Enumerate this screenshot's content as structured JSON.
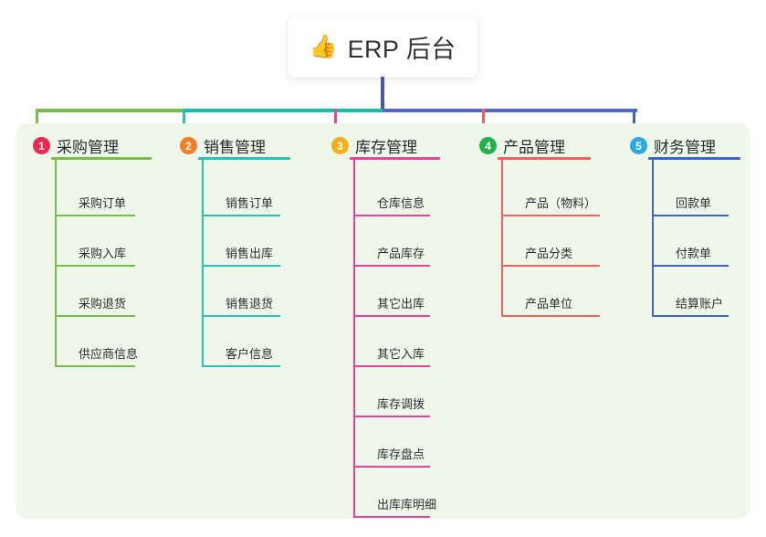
{
  "root": {
    "icon": "thumbs-up-icon",
    "emoji": "👍",
    "title": "ERP 后台"
  },
  "palette": {
    "panel_bg": "#eef7e9",
    "page_bg": "#ffffff",
    "stem": "#4457b8",
    "bar_left": "#78bf4a",
    "bar_mid": "#12c0ac",
    "bar_right": "#5465cf"
  },
  "columns": [
    {
      "index": "1",
      "title": "采购管理",
      "badge_color": "#ea2a50",
      "line_color": "#78bf4a",
      "items": [
        "采购订单",
        "采购入库",
        "采购退货",
        "供应商信息"
      ]
    },
    {
      "index": "2",
      "title": "销售管理",
      "badge_color": "#f07f2a",
      "line_color": "#28c3b4",
      "items": [
        "销售订单",
        "销售出库",
        "销售退货",
        "客户信息"
      ]
    },
    {
      "index": "3",
      "title": "库存管理",
      "badge_color": "#f5b019",
      "line_color": "#e8459a",
      "items": [
        "仓库信息",
        "产品库存",
        "其它出库",
        "其它入库",
        "库存调拨",
        "库存盘点",
        "出库库明细"
      ]
    },
    {
      "index": "4",
      "title": "产品管理",
      "badge_color": "#22b14c",
      "line_color": "#f0625f",
      "items": [
        "产品（物料）",
        "产品分类",
        "产品单位"
      ]
    },
    {
      "index": "5",
      "title": "财务管理",
      "badge_color": "#29abe2",
      "line_color": "#3e65c4",
      "items": [
        "回款单",
        "付款单",
        "结算账户"
      ]
    }
  ]
}
